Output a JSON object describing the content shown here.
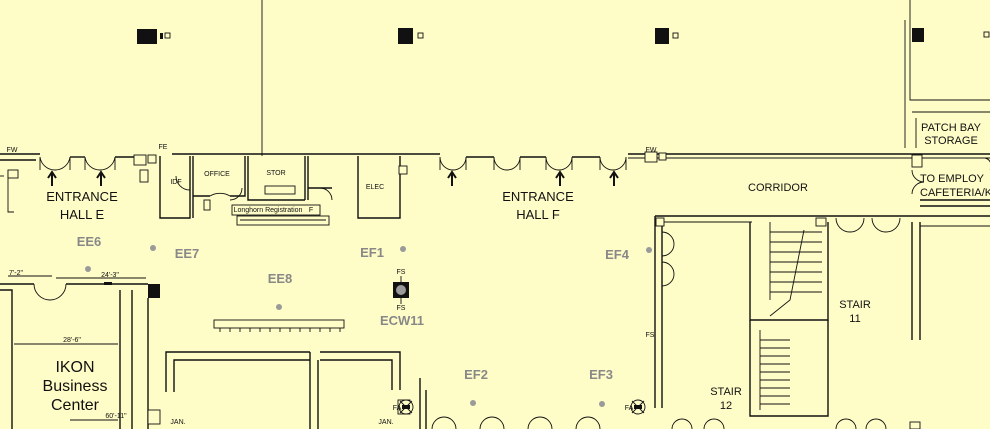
{
  "rooms": {
    "entrance_e": [
      "ENTRANCE",
      "HALL E"
    ],
    "entrance_f": [
      "ENTRANCE",
      "HALL F"
    ],
    "idf": "IDF",
    "office": "OFFICE",
    "stor": "STOR",
    "elec": "ELEC",
    "registration": "Longhorn Registration",
    "registration_suffix": "F",
    "corridor": "CORRIDOR",
    "patch_bay": [
      "PATCH BAY",
      "STORAGE"
    ],
    "to_employee": [
      "TO EMPLOY",
      "CAFETERIA/K"
    ],
    "stair11": [
      "STAIR",
      "11"
    ],
    "stair12": [
      "STAIR",
      "12"
    ],
    "ikon": [
      "IKON",
      "Business",
      "Center"
    ],
    "jan_left": "JAN.",
    "jan_right": "JAN."
  },
  "markers": {
    "ee6": "EE6",
    "ee7": "EE7",
    "ee8": "EE8",
    "ef1": "EF1",
    "ef2": "EF2",
    "ef3": "EF3",
    "ef4": "EF4",
    "ecw11": "ECW11"
  },
  "dimensions": {
    "d1": "7'-2\"",
    "d2": "24'-3\"",
    "d3": "28'-6\"",
    "d4": "60'-11\""
  },
  "tags": {
    "fw_left": "FW",
    "fw_mid": "FW",
    "fs_top": "FS",
    "fs_bottom": "FS",
    "fa_left": "FA",
    "fa_right": "FA",
    "fs_right": "FS",
    "fe_small": "FE"
  },
  "colors": {
    "background": "#FFFDC7",
    "walls": "#111111",
    "marker_text": "#888888",
    "marker_dot": "#9A9A9A"
  }
}
